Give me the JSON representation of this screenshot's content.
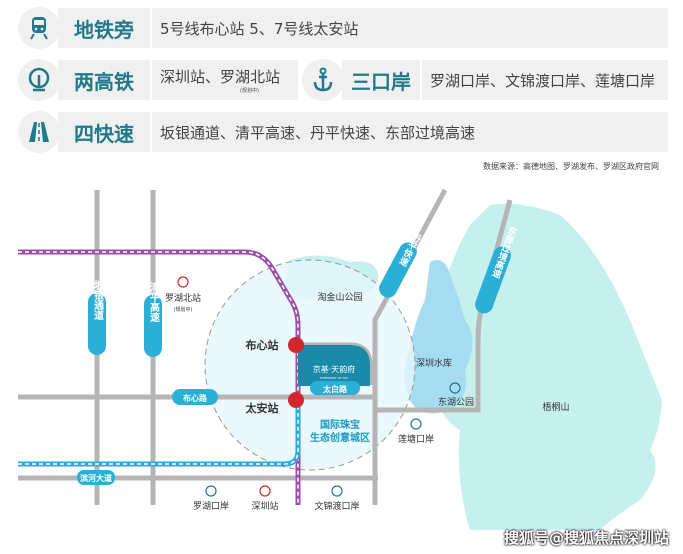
{
  "summary": {
    "metro": {
      "label": "地铁旁",
      "text": "5号线布心站  5、7号线太安站",
      "icon": "train-icon"
    },
    "rail": {
      "label": "两高铁",
      "text": "深圳站、罗湖北站",
      "note": "(规划中)",
      "icon": "high-speed-rail-icon"
    },
    "ports": {
      "label": "三口岸",
      "text": "罗湖口岸、文锦渡口岸、莲塘口岸",
      "icon": "anchor-icon"
    },
    "roads": {
      "label": "四快速",
      "text": "坂银通道、清平高速、丹平快速、东部过境高速",
      "icon": "road-icon"
    },
    "source": "数据来源：高德地图、罗湖发布、罗湖区政府官网"
  },
  "map": {
    "roads": {
      "banyin": "坂银通道",
      "qingping": "清平高速",
      "danping": "丹平快速",
      "dongbu": "东部过境高速",
      "buxin": "布心路",
      "binhe": "滨河大道",
      "taibai": "太白路"
    },
    "stations": {
      "buxin": "布心站",
      "taian": "太安站",
      "luohu_north": "罗湖北站",
      "luohu_north_note": "(规划中)",
      "shenzhen": "深圳站"
    },
    "ports": {
      "luohu": "罗湖口岸",
      "wenjindu": "文锦渡口岸",
      "liantang": "莲塘口岸"
    },
    "places": {
      "taojinshan": "淘金山公园",
      "reservoir": "深圳水库",
      "donghu": "东湖公园",
      "wutong": "梧桐山",
      "zone1": "国际珠宝",
      "zone2": "生态创意城区"
    },
    "project": {
      "name": "京基·天韵府",
      "subtitle": "SYMPHONY OF SKY"
    }
  },
  "watermark": "搜狐号@搜狐焦点深圳站",
  "colors": {
    "teal": "#1f7a8c",
    "metro_red": "#d0282e",
    "purple": "#9b4fa8",
    "blue": "#2fa8e0"
  }
}
